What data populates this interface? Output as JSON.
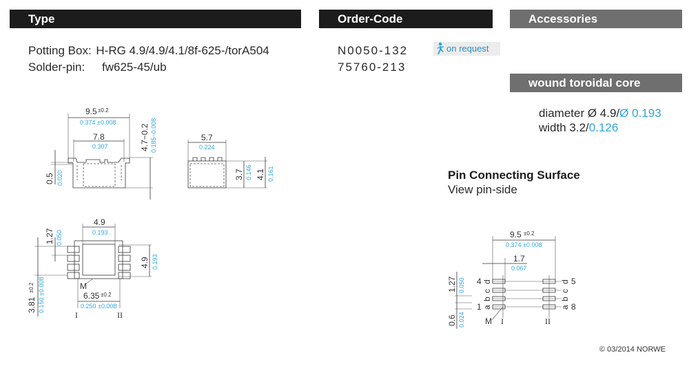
{
  "headers": {
    "type": "Type",
    "order_code": "Order-Code",
    "accessories": "Accessories",
    "wound_core": "wound toroidal core"
  },
  "type_rows": [
    {
      "label": "Potting Box:",
      "value": "H-RG 4.9/4.9/4.1/8f-625-/torA504"
    },
    {
      "label": "Solder-pin:",
      "value": "fw625-45/ub"
    }
  ],
  "order_codes": [
    "N0050-132",
    "75760-213"
  ],
  "availability_badge": {
    "icon": "running-person-icon",
    "label": "on request",
    "color": "#2ea6dc"
  },
  "core": {
    "diameter_label": "diameter Ø 4.9/",
    "diameter_inch": "Ø 0.193",
    "width_label": "width 3.2/",
    "width_inch": "0.126"
  },
  "pin_surface": {
    "title": "Pin Connecting Surface",
    "subtitle": "View pin-side"
  },
  "drawings": {
    "side_view": {
      "width_mm": "9.5",
      "width_tol": "±0.2",
      "width_in": "0.374 ±0.008",
      "inner_mm": "7.8",
      "inner_in": "0.307",
      "height_mm": "4.7−0.2",
      "height_in": "0.185−0.008",
      "base_mm": "0.5",
      "base_in": "0.020"
    },
    "front_view": {
      "width_mm": "5.7",
      "width_in": "0.224",
      "h1_mm": "3.7",
      "h1_in": "0.146",
      "h2_mm": "4.1",
      "h2_in": "0.161"
    },
    "top_view": {
      "width_mm": "4.9",
      "width_in": "0.193",
      "height_mm": "4.9",
      "height_in": "0.193",
      "pitch_mm": "1.27",
      "pitch_in": "0.050",
      "row_mm": "3.81",
      "row_tol": "±0.2",
      "row_in": "0.150 ±0.008",
      "span_mm": "6.35",
      "span_tol": "±0.2",
      "span_in": "0.250 ±0.008",
      "marker": "M",
      "side_1": "I",
      "side_2": "II"
    },
    "pin_view": {
      "width_mm": "9.5",
      "width_tol": "±0.2",
      "width_in": "0.374 ±0.008",
      "offset_mm": "1.7",
      "offset_in": "0.067",
      "pitch_mm": "1.27",
      "pitch_in": "0.050",
      "pad_mm": "0.6",
      "pad_in": "0.024",
      "left_pins": [
        "4",
        "1"
      ],
      "right_pins": [
        "5",
        "8"
      ],
      "left_letters": [
        "d",
        "c",
        "b",
        "a"
      ],
      "right_letters": [
        "d",
        "c",
        "b",
        "a"
      ],
      "marker": "M",
      "side_1": "I",
      "side_2": "II"
    }
  },
  "copyright": "© 03/2014 NORWE"
}
